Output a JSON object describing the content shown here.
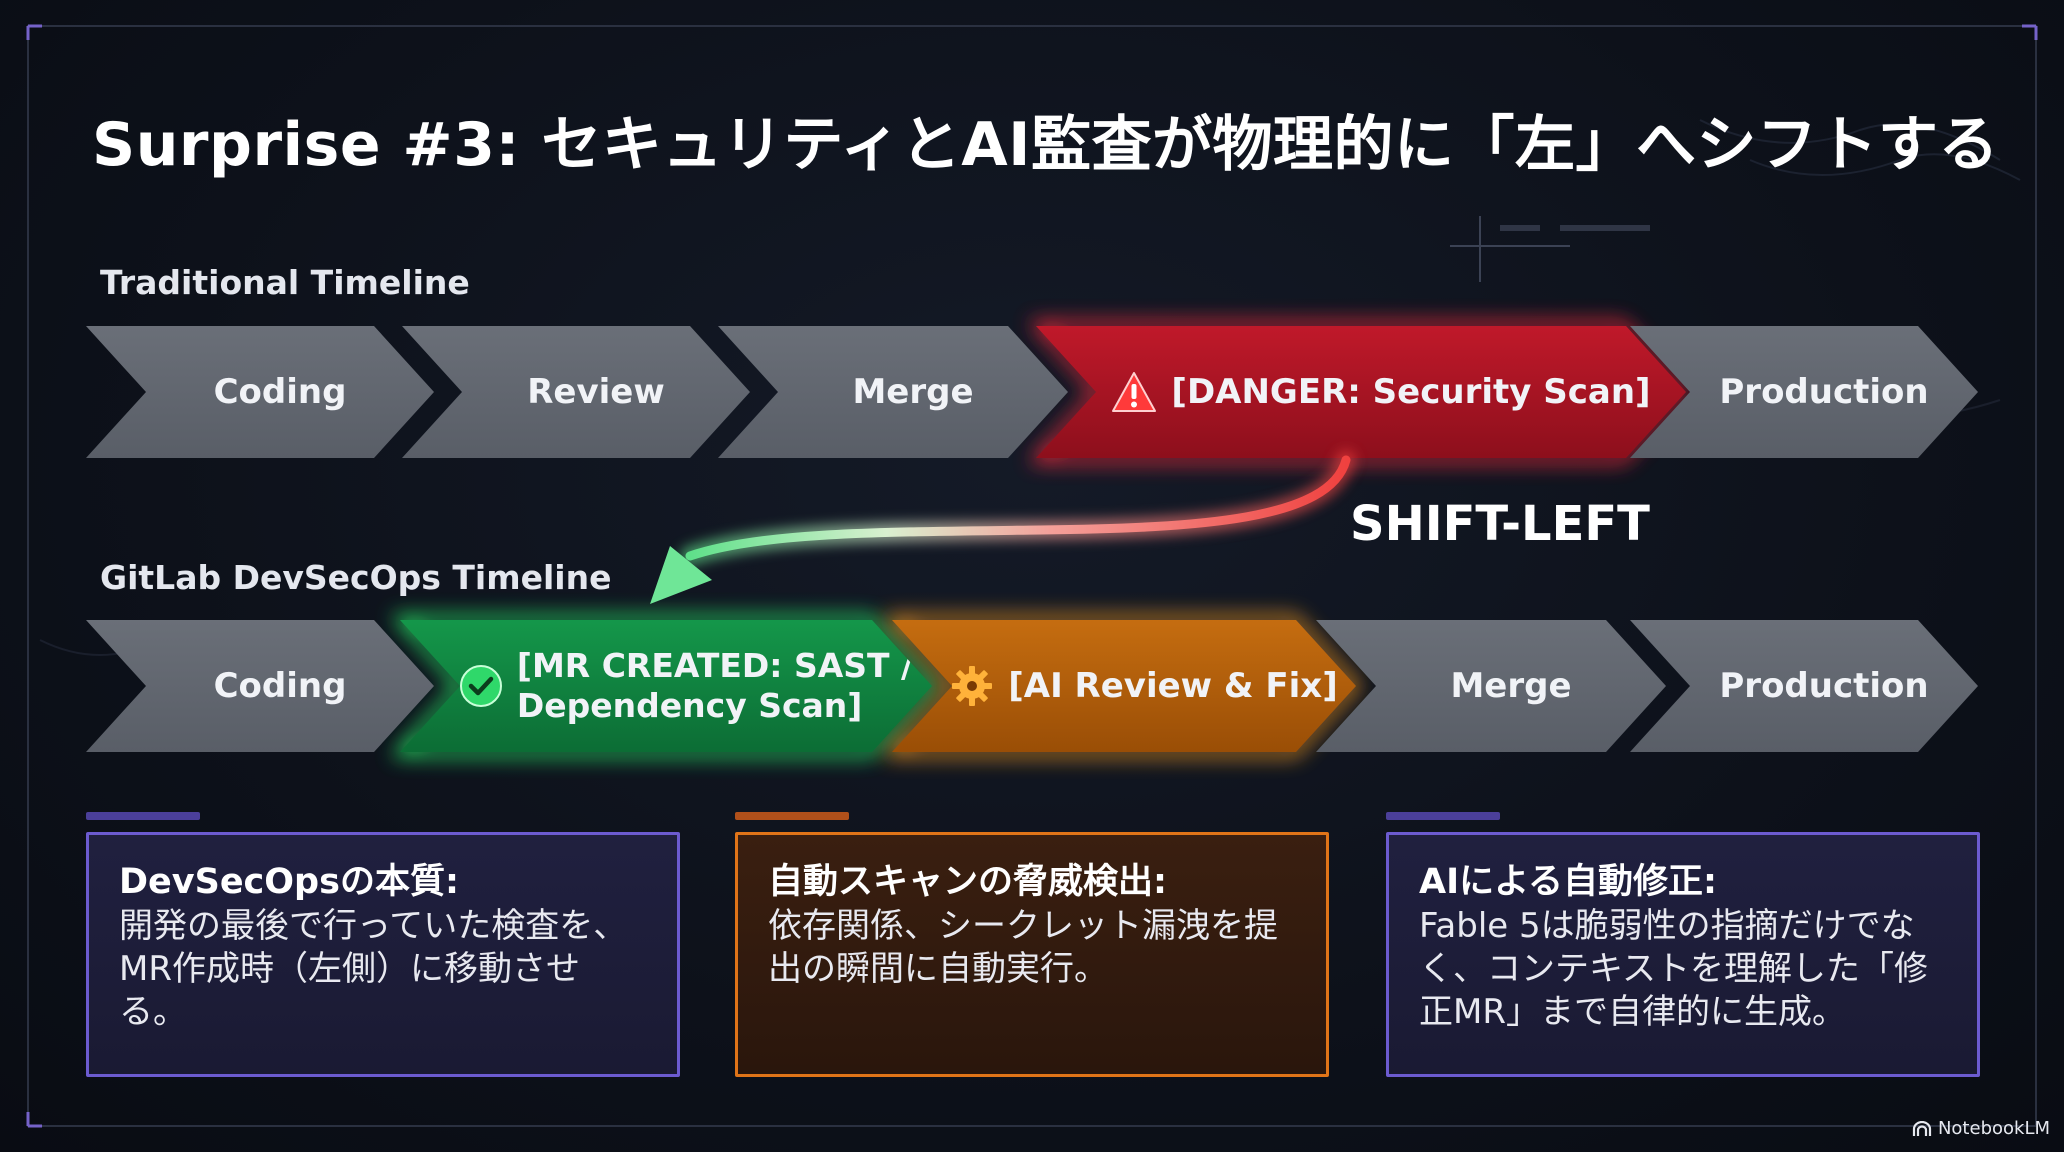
{
  "slide": {
    "title": "Surprise #3: セキュリティとAI監査が物理的に「左」へシフトする"
  },
  "traditional": {
    "label": "Traditional Timeline",
    "steps": [
      {
        "label": "Coding"
      },
      {
        "label": "Review"
      },
      {
        "label": "Merge"
      },
      {
        "label": "[DANGER: Security Scan]"
      },
      {
        "label": "Production"
      }
    ]
  },
  "shift": {
    "label": "SHIFT-LEFT"
  },
  "devsecops": {
    "label": "GitLab DevSecOps Timeline",
    "steps": [
      {
        "label": "Coding"
      },
      {
        "label": "[MR CREATED: SAST / Dependency Scan]",
        "line1": "[MR CREATED: SAST /",
        "line2": "Dependency Scan]"
      },
      {
        "label": "[AI Review & Fix]"
      },
      {
        "label": "Merge"
      },
      {
        "label": "Production"
      }
    ]
  },
  "cards": [
    {
      "title": "DevSecOpsの本質:",
      "body": "開発の最後で行っていた検査を、MR作成時（左側）に移動させる。"
    },
    {
      "title": "自動スキャンの脅威検出:",
      "body": "依存関係、シークレット漏洩を提出の瞬間に自動実行。"
    },
    {
      "title": "AIによる自動修正:",
      "body": "Fable 5は脆弱性の指摘だけでなく、コンテキストを理解した「修正MR」まで自律的に生成。"
    }
  ],
  "brand": {
    "name": "NotebookLM"
  },
  "colors": {
    "danger": "#e5283a",
    "safe": "#22c55e",
    "ai": "#f59e0b",
    "neutral": "#5f646d",
    "card_accent": "#6c5bd0"
  },
  "icons": {
    "danger": "warning-triangle-icon",
    "safe": "check-circle-icon",
    "ai": "gear-icon"
  }
}
